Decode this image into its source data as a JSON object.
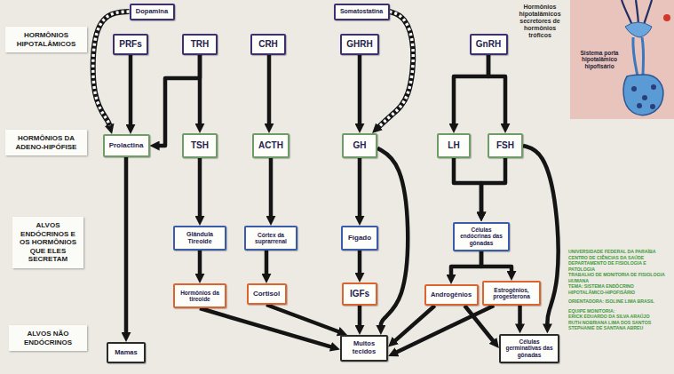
{
  "diagram": {
    "title": "Hormônios hipotalâmicos secretores de hormônios tróficos",
    "nodes": [
      {
        "text": [
          "Dopamina"
        ]
      },
      {
        "text": [
          "Somatostatina"
        ]
      },
      {
        "text": [
          "PRFs"
        ]
      },
      {
        "text": [
          "TRH"
        ]
      },
      {
        "text": [
          "CRH"
        ]
      },
      {
        "text": [
          "GHRH"
        ]
      },
      {
        "text": [
          "GnRH"
        ]
      },
      {
        "text": [
          "Prolactina"
        ]
      },
      {
        "text": [
          "TSH"
        ]
      },
      {
        "text": [
          "ACTH"
        ]
      },
      {
        "text": [
          "GH"
        ]
      },
      {
        "text": [
          "LH"
        ]
      },
      {
        "text": [
          "FSH"
        ]
      },
      {
        "text": [
          "Glândula Tireoide"
        ]
      },
      {
        "text": [
          "Córtex da suprarrenal"
        ]
      },
      {
        "text": [
          "Fígado"
        ]
      },
      {
        "text": [
          "Células endócrinas das gônadas"
        ]
      },
      {
        "text": [
          "Hormônios da tireoide"
        ]
      },
      {
        "text": [
          "Cortisol"
        ]
      },
      {
        "text": [
          "IGFs"
        ]
      },
      {
        "text": [
          "Androgênios"
        ]
      },
      {
        "text": [
          "Estrogênios, progesterona"
        ]
      },
      {
        "text": [
          "Mamas"
        ]
      },
      {
        "text": [
          "Muitos tecidos"
        ]
      },
      {
        "text": [
          "Células germinativas das gônadas"
        ]
      }
    ],
    "edges": [
      {
        "from": 0,
        "to": 7,
        "arrow": "to"
      },
      {
        "from": 2,
        "to": 7,
        "arrow": "to"
      },
      {
        "from": 3,
        "to": 7,
        "arrow": "to"
      },
      {
        "from": 3,
        "to": 8,
        "arrow": "to"
      },
      {
        "from": 4,
        "to": 9,
        "arrow": "to"
      },
      {
        "from": 5,
        "to": 10,
        "arrow": "to"
      },
      {
        "from": 1,
        "to": 10,
        "arrow": "to"
      },
      {
        "from": 6,
        "to": 11,
        "arrow": "to"
      },
      {
        "from": 6,
        "to": 12,
        "arrow": "to"
      },
      {
        "from": 7,
        "to": 22,
        "arrow": "to"
      },
      {
        "from": 8,
        "to": 13,
        "arrow": "to"
      },
      {
        "from": 9,
        "to": 14,
        "arrow": "to"
      },
      {
        "from": 10,
        "to": 15,
        "arrow": "to"
      },
      {
        "from": 10,
        "to": 23,
        "arrow": "to"
      },
      {
        "from": 11,
        "to": 16,
        "arrow": "to"
      },
      {
        "from": 12,
        "to": 16,
        "arrow": "to"
      },
      {
        "from": 12,
        "to": 24,
        "arrow": "to"
      },
      {
        "from": 13,
        "to": 17,
        "arrow": "to"
      },
      {
        "from": 14,
        "to": 18,
        "arrow": "to"
      },
      {
        "from": 15,
        "to": 19,
        "arrow": "to"
      },
      {
        "from": 16,
        "to": 20,
        "arrow": "to"
      },
      {
        "from": 16,
        "to": 21,
        "arrow": "to"
      },
      {
        "from": 17,
        "to": 23,
        "arrow": "to"
      },
      {
        "from": 18,
        "to": 23,
        "arrow": "to"
      },
      {
        "from": 19,
        "to": 23,
        "arrow": "to"
      },
      {
        "from": 20,
        "to": 23,
        "arrow": "to"
      },
      {
        "from": 20,
        "to": 24,
        "arrow": "to"
      },
      {
        "from": 21,
        "to": 23,
        "arrow": "to"
      },
      {
        "from": 21,
        "to": 24,
        "arrow": "to"
      }
    ],
    "labels": [
      "HORMÔNIOS HIPOTALÂMICOS",
      "HORMÔNIOS DA ADENO-HIPÓFISE",
      "ALVOS ENDÓCRINOS E OS HORMÔNIOS QUE ELES SECRETAM",
      "ALVOS NÃO ENDÓCRINOS",
      "Sistema porta hipotalâmico hipofisário",
      "UNIVERSIDADE FEDERAL DA PARAÍBA",
      "CENTRO DE CIÊNCIAS DA SAÚDE",
      "DEPARTAMENTO DE FISIOLOGIA E PATOLOGIA",
      "TRABALHO DE MONITORIA DE FISIOLOGIA HUMANA",
      "TEMA: SISTEMA ENDÓCRINO HIPOTALÂMICO-HIPOFISÁRIO",
      "ORIENTADORA: ISOLINE LIMA BRASIL",
      "EQUIPE MONITORIA:",
      "ERICK EDUARDO DA SILVA ARAÚJO",
      "RUTH NOBRIANA LIMA DOS SANTOS",
      "STEPHANIE DE SANTANA ABREU"
    ]
  }
}
